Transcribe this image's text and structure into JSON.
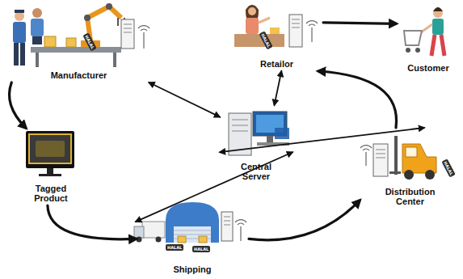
{
  "diagram": {
    "nodes": [
      {
        "text": [
          "Manufacturer"
        ]
      },
      {
        "text": [
          "Retailor"
        ]
      },
      {
        "text": [
          "Customer"
        ]
      },
      {
        "text": [
          "Tagged Product"
        ]
      },
      {
        "text": [
          "Central Server"
        ]
      },
      {
        "text": [
          "Distribution Center"
        ]
      },
      {
        "text": [
          "Shipping"
        ]
      }
    ],
    "edges": [
      {
        "from": 0,
        "to": 3,
        "arrow": "to"
      },
      {
        "from": 3,
        "to": 6,
        "arrow": "to"
      },
      {
        "from": 6,
        "to": 5,
        "arrow": "to"
      },
      {
        "from": 5,
        "to": 1,
        "arrow": "to"
      },
      {
        "from": 1,
        "to": 2,
        "arrow": "to"
      },
      {
        "from": 0,
        "to": 4,
        "arrow": "both"
      },
      {
        "from": 1,
        "to": 4,
        "arrow": "both"
      },
      {
        "from": 5,
        "to": 4,
        "arrow": "both"
      },
      {
        "from": 6,
        "to": 4,
        "arrow": "both"
      }
    ],
    "labels": [
      "HALAL",
      "HALAL",
      "HALAL",
      "HALAL",
      "HALAL"
    ]
  }
}
